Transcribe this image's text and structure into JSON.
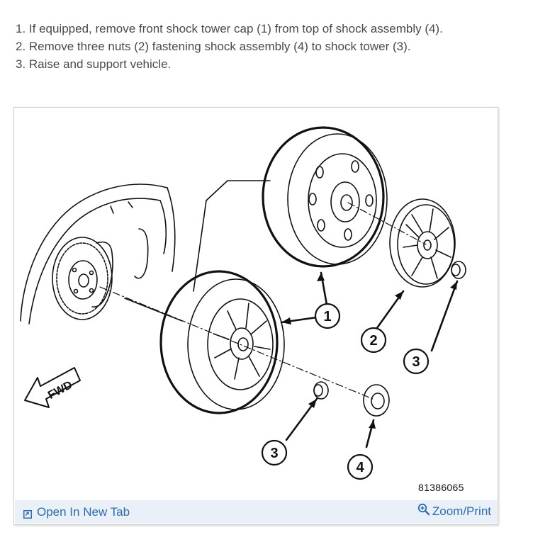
{
  "instructions": [
    "1. If equipped, remove front shock tower cap (1) from top of shock assembly (4).",
    "2. Remove three nuts (2) fastening shock assembly (4) to shock tower (3).",
    "3. Raise and support vehicle."
  ],
  "figure": {
    "id_text": "81386065",
    "fwd_label": "FWD",
    "callouts": [
      "1",
      "2",
      "3",
      "3",
      "4"
    ]
  },
  "footer": {
    "open_tab_label": "Open In New Tab",
    "zoom_print_label": "Zoom/Print",
    "link_color": "#2a6db5",
    "bar_color": "#eaf0f7"
  },
  "icons": {
    "open_tab": "open-in-new-tab-icon",
    "zoom": "magnifier-plus-icon"
  }
}
